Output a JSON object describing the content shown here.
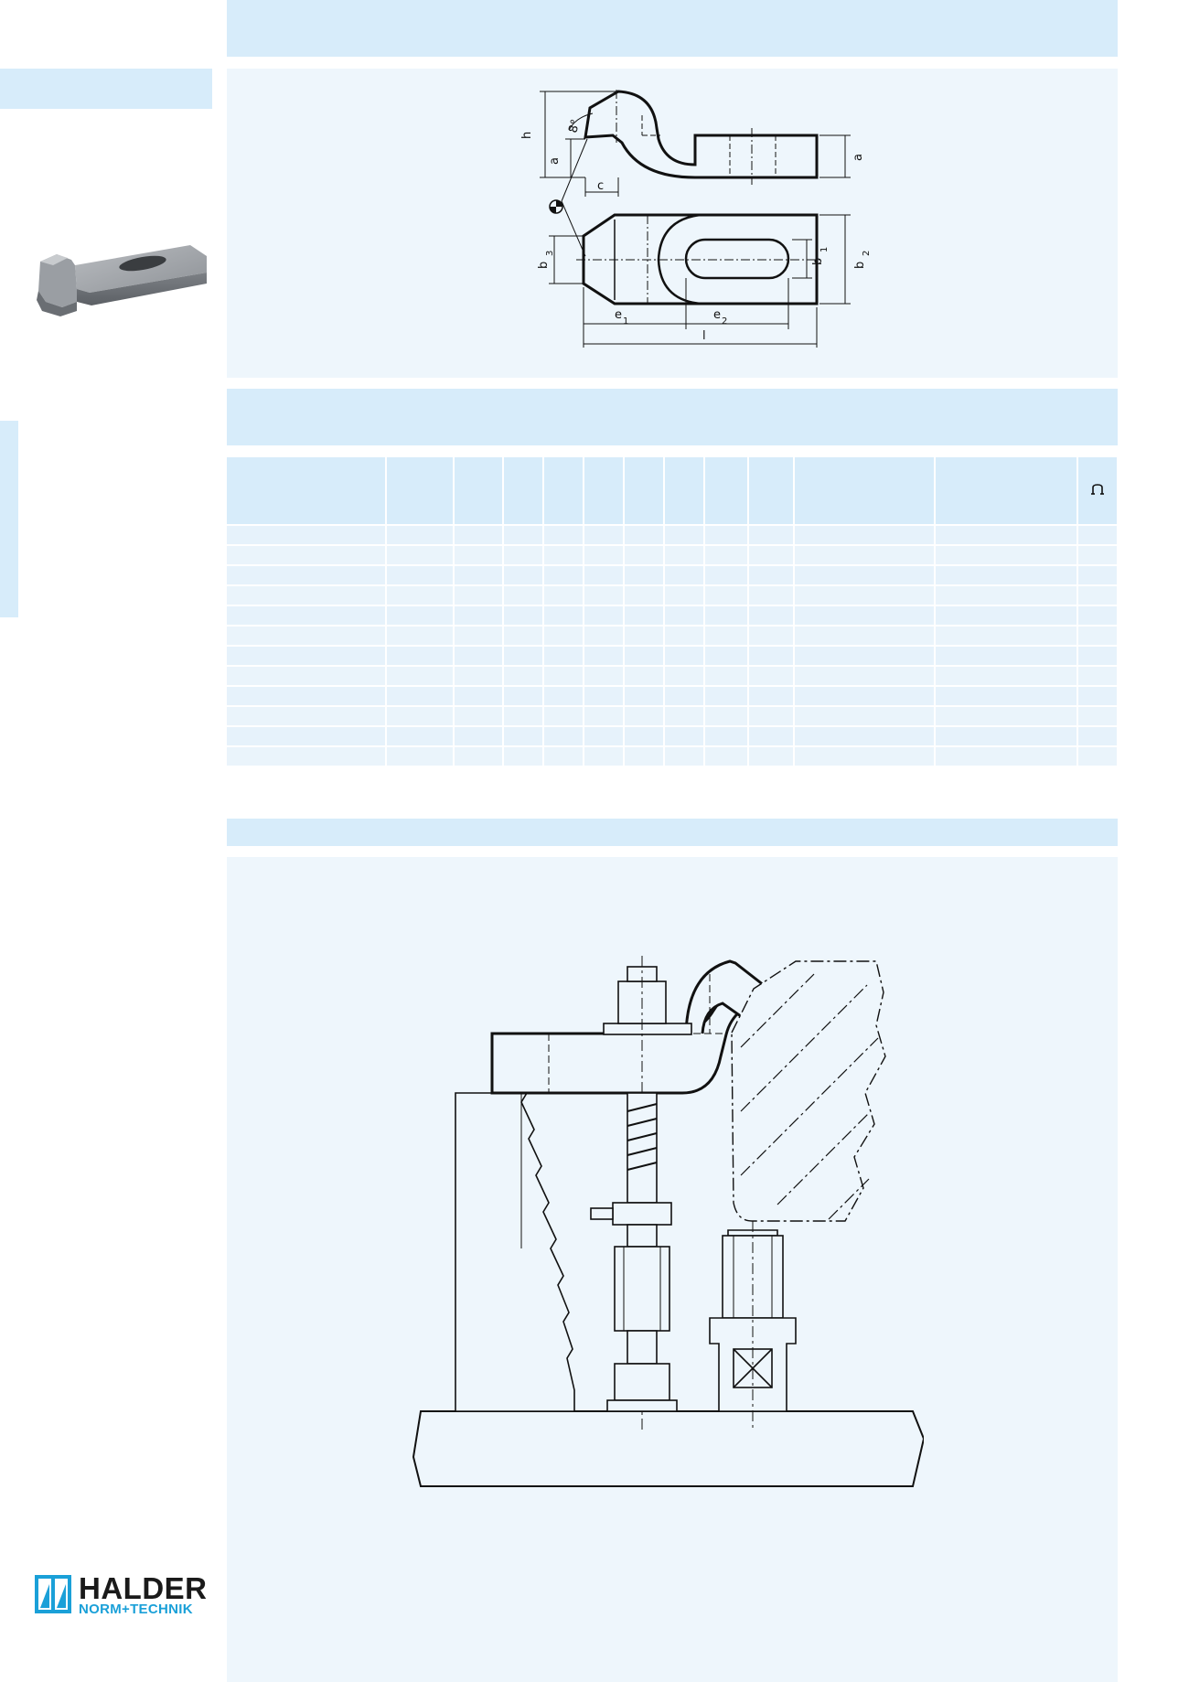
{
  "drawing": {
    "dimension_labels": {
      "h": "h",
      "a_left": "a",
      "a_right": "a",
      "angle": "8°",
      "c": "c",
      "b3": "b",
      "b3_sub": "3",
      "b1": "b",
      "b1_sub": "1",
      "b2": "b",
      "b2_sub": "2",
      "e1": "e",
      "e1_sub": "1",
      "e2": "e",
      "e2_sub": "2",
      "l": "l"
    }
  },
  "table": {
    "header_icon": "weight-icon",
    "column_count": 13,
    "row_count": 12
  },
  "brand": {
    "name": "HALDER",
    "subline": "NORM+TECHNIK",
    "color": "#1aa0d8"
  },
  "colors": {
    "band": "#d7ecfa",
    "panel": "#eef6fc"
  }
}
